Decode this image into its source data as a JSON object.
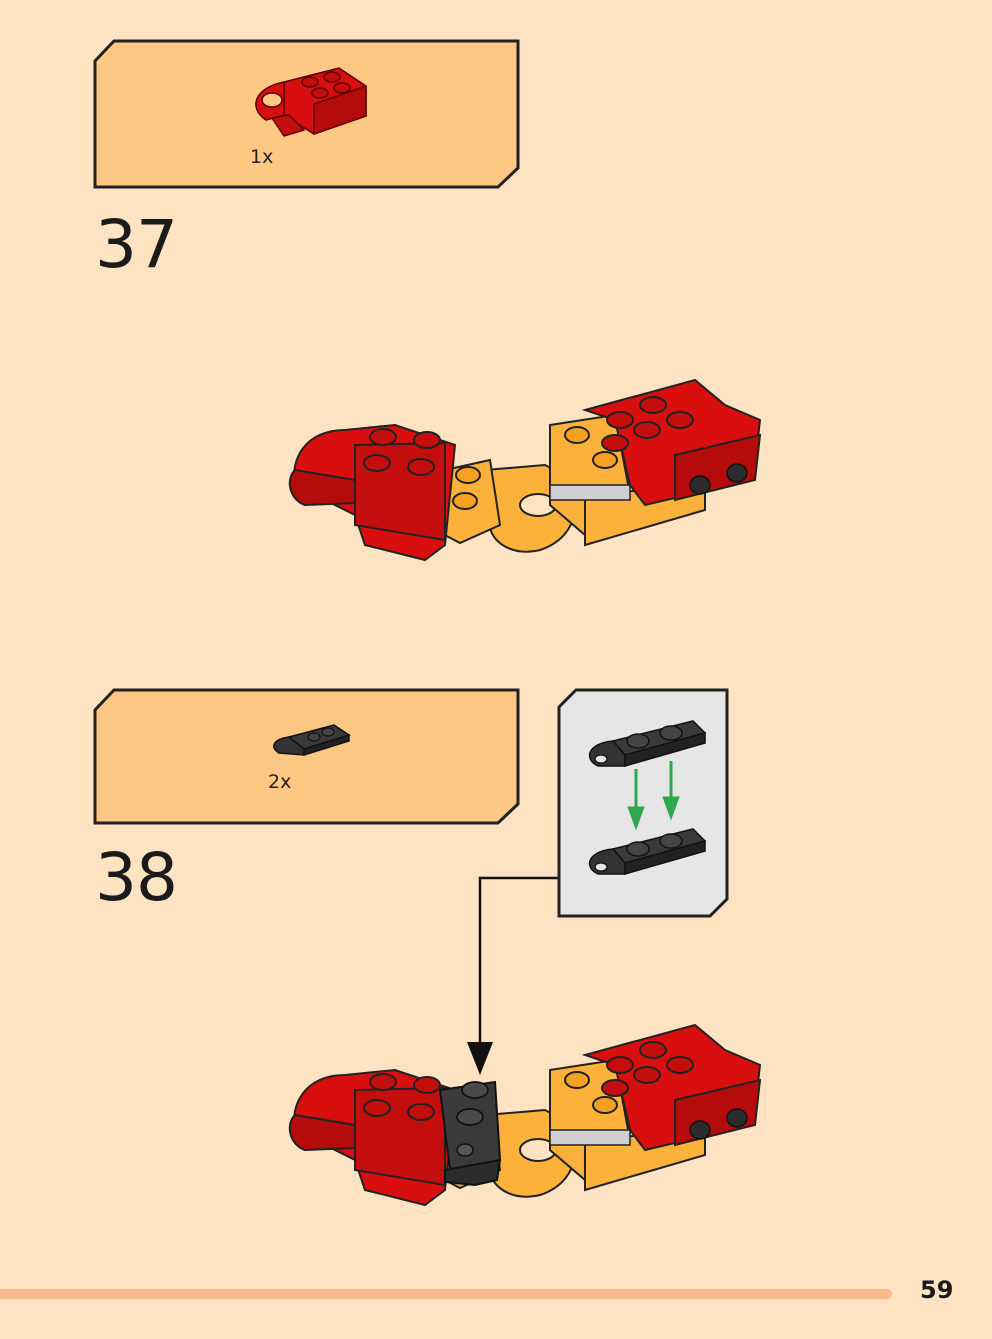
{
  "steps": [
    {
      "number": "37",
      "parts_quantity": "1x",
      "part_icon": "red-brick-with-clip-icon"
    },
    {
      "number": "38",
      "parts_quantity": "2x",
      "part_icon": "black-plate-with-clip-icon"
    }
  ],
  "page_number": "59",
  "colors": {
    "background": "#fde3c1",
    "parts_box_fill": "#fdc784",
    "callout_fill": "#e6e6e6",
    "brick_red": "#d90f0f",
    "brick_yellow": "#fbb13a",
    "brick_black": "#2b2b2b",
    "arrow_green": "#2fa84f",
    "page_bar": "#f9b98a"
  }
}
